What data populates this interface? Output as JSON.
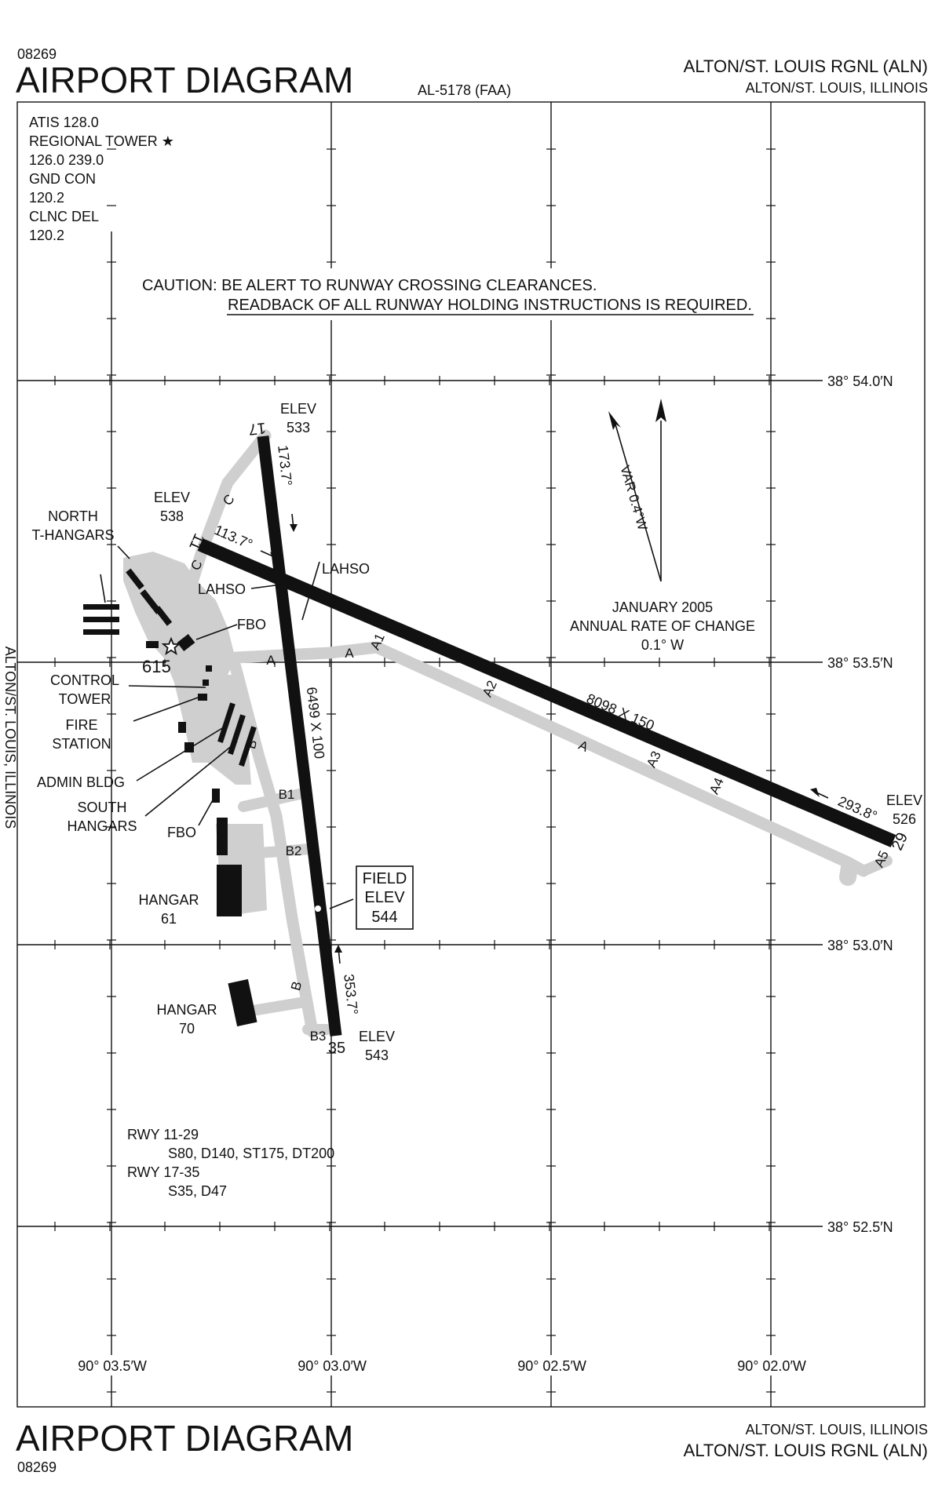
{
  "header": {
    "procedure_number": "08269",
    "title": "AIRPORT DIAGRAM",
    "doc_id": "AL-5178 (FAA)",
    "airport_name": "ALTON/ST. LOUIS RGNL (ALN)",
    "city_state": "ALTON/ST. LOUIS, ILLINOIS"
  },
  "footer": {
    "title": "AIRPORT DIAGRAM",
    "procedure_number": "08269",
    "city_state": "ALTON/ST. LOUIS, ILLINOIS",
    "airport_name": "ALTON/ST. LOUIS RGNL (ALN)"
  },
  "side_label": "ALTON/ST. LOUIS, ILLINOIS",
  "frequencies": [
    "ATIS  128.0",
    "REGIONAL TOWER ★",
    "126.0 239.0",
    "GND CON",
    "120.2",
    "CLNC DEL",
    "120.2"
  ],
  "caution": {
    "line1": "CAUTION: BE ALERT TO RUNWAY CROSSING CLEARANCES.",
    "line2": "READBACK OF ALL RUNWAY HOLDING INSTRUCTIONS IS REQUIRED."
  },
  "latitudes": [
    "38° 54.0′N",
    "38° 53.5′N",
    "38° 53.0′N",
    "38° 52.5′N"
  ],
  "longitudes": [
    "90° 03.5′W",
    "90° 03.0′W",
    "90° 02.5′W",
    "90° 02.0′W"
  ],
  "magvar": {
    "var_label": "VAR 0.4°W",
    "date": "JANUARY 2005",
    "rate_label": "ANNUAL RATE OF CHANGE",
    "rate": "0.1° W"
  },
  "runways": {
    "r17": {
      "end_label": "17",
      "opp_label": "35",
      "heading_17": "173.7°",
      "heading_35": "353.7°",
      "dims": "6499 X 100",
      "elev_label": "ELEV",
      "elev_17": "533",
      "elev_35": "543"
    },
    "r11": {
      "end_label": "11",
      "opp_label": "29",
      "heading_11": "113.7°",
      "heading_29": "293.8°",
      "dims": "8098 X 150",
      "elev_label": "ELEV",
      "elev_11": "538",
      "elev_29": "526"
    }
  },
  "taxiways": {
    "A": "A",
    "A1": "A1",
    "A2": "A2",
    "A3": "A3",
    "A4": "A4",
    "A5": "A5",
    "B": "B",
    "B1": "B1",
    "B2": "B2",
    "B3": "B3",
    "C": "C"
  },
  "lahso": "LAHSO",
  "field_elev": {
    "line1": "FIELD",
    "line2": "ELEV",
    "value": "544"
  },
  "beacon_elev": "615",
  "labels": {
    "north_hangars_1": "NORTH",
    "north_hangars_2": "T-HANGARS",
    "fbo": "FBO",
    "control_tower_1": "CONTROL",
    "control_tower_2": "TOWER",
    "fire_station_1": "FIRE",
    "fire_station_2": "STATION",
    "admin_bldg": "ADMIN BLDG",
    "south_hangars_1": "SOUTH",
    "south_hangars_2": "HANGARS",
    "hangar": "HANGAR",
    "hangar_61": "61",
    "hangar_70": "70"
  },
  "strength": [
    "RWY 11-29",
    "S80, D140, ST175, DT200",
    "RWY 17-35",
    "S35, D47"
  ]
}
